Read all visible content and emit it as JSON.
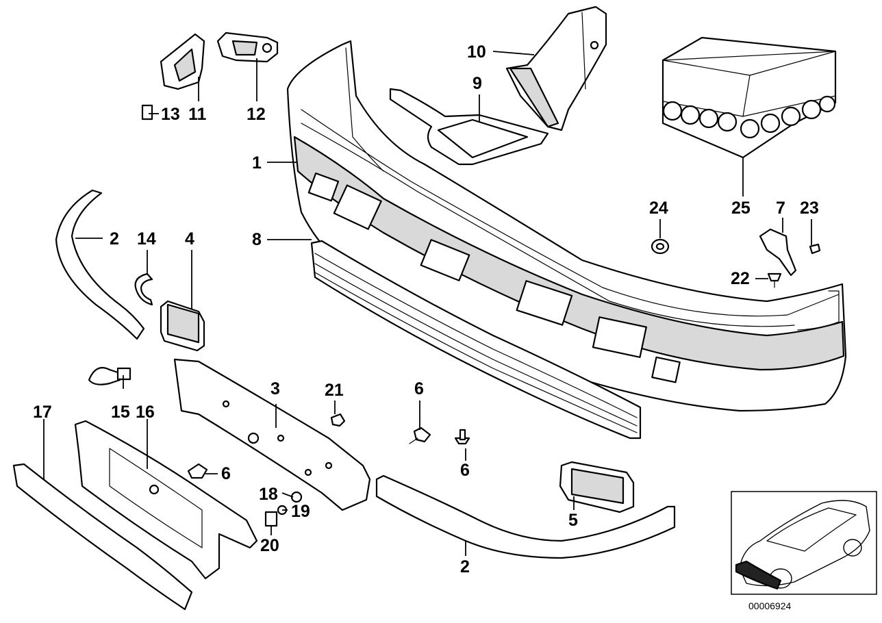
{
  "callouts": {
    "c1": "1",
    "c2a": "2",
    "c2b": "2",
    "c3": "3",
    "c4": "4",
    "c5": "5",
    "c6a": "6",
    "c6b": "6",
    "c6c": "6",
    "c7": "7",
    "c8": "8",
    "c9": "9",
    "c10": "10",
    "c11": "11",
    "c12": "12",
    "c13": "13",
    "c14": "14",
    "c15": "15",
    "c16": "16",
    "c17": "17",
    "c18": "18",
    "c19": "19",
    "c20": "20",
    "c21": "21",
    "c22": "22",
    "c23": "23",
    "c24": "24",
    "c25": "25"
  },
  "diagram_id": "00006924",
  "icons": {
    "bumper": "front-bumper-cover",
    "grille": "lower-grille",
    "car": "vehicle-locator-icon",
    "box": "parts-box-icon"
  }
}
